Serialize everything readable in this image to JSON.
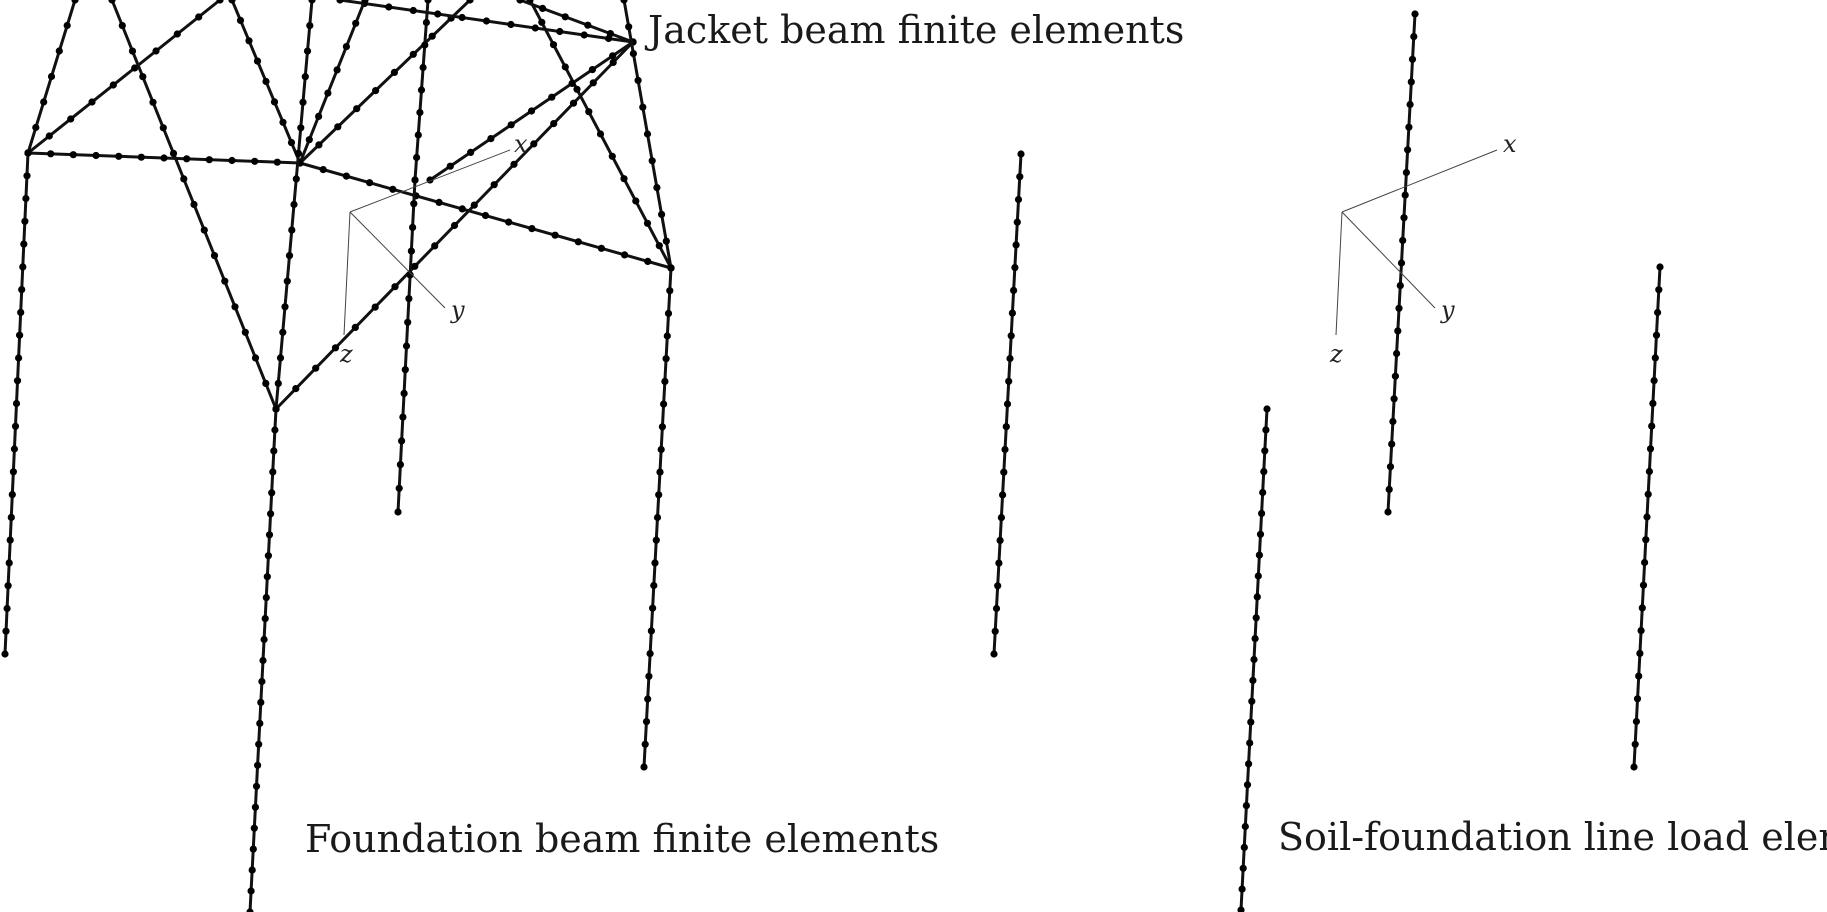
{
  "labels": {
    "jacket": "Jacket beam finite elements",
    "foundation": "Foundation beam finite elements",
    "soil": "Soil-foundation line load elements"
  },
  "axes_left": {
    "x": "x",
    "y": "y",
    "z": "z"
  },
  "axes_right": {
    "x": "x",
    "y": "y",
    "z": "z"
  },
  "colors": {
    "lines": "#111111",
    "nodes": "#000000",
    "axes": "#444444",
    "text": "#1a1a1a"
  }
}
